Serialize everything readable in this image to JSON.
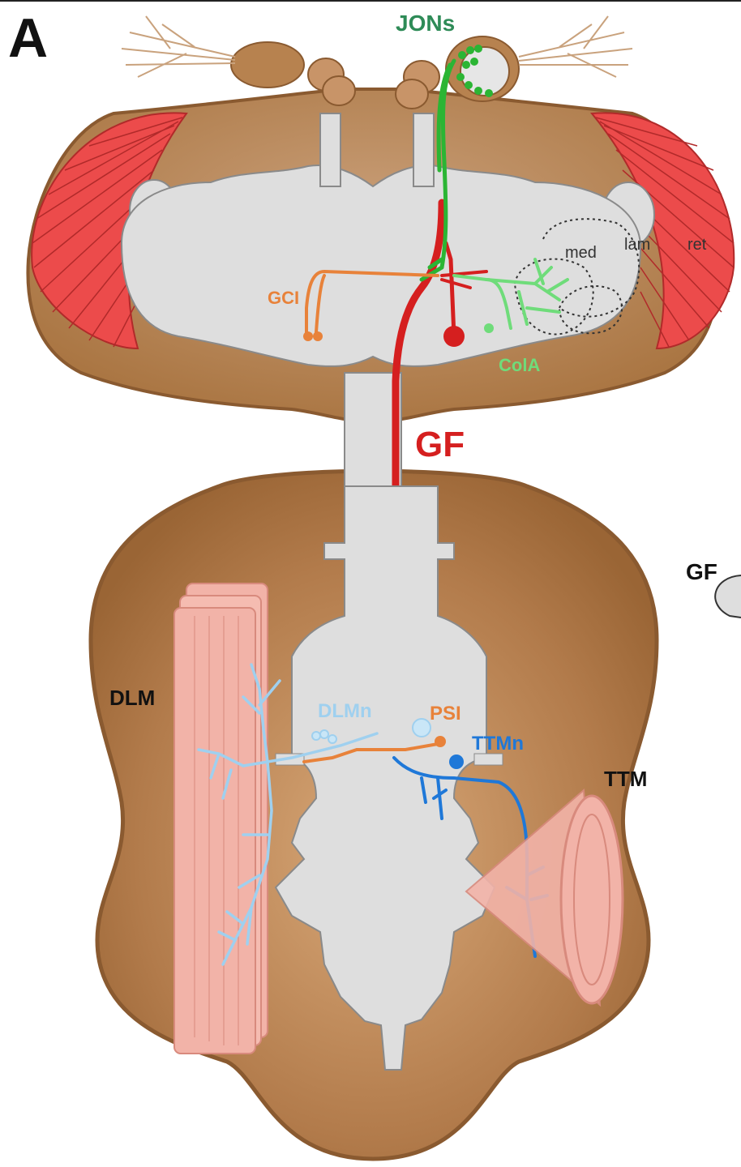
{
  "panel_label": "A",
  "labels": {
    "jons": "JONs",
    "gci": "GCI",
    "cola": "ColA",
    "gf": "GF",
    "med": "med",
    "lam": "lam",
    "ret": "ret",
    "dlm": "DLM",
    "dlmn": "DLMn",
    "psi": "PSI",
    "ttmn": "TTMn",
    "ttm": "TTM",
    "gf_inset": "GF"
  },
  "colors": {
    "body_brown": "#b07a4c",
    "outline_brown": "#8a5a30",
    "nerve_gray": "#dedede",
    "eye_red": "#ec4b4b",
    "gf_red": "#d51f1f",
    "jons_green": "#2bb534",
    "cola_green": "#6fdc7a",
    "gci_orange": "#e8823a",
    "dlmn_lightblue": "#9fd0ef",
    "ttmn_blue": "#1f78d8",
    "muscle_pink": "#f2b3a8"
  }
}
